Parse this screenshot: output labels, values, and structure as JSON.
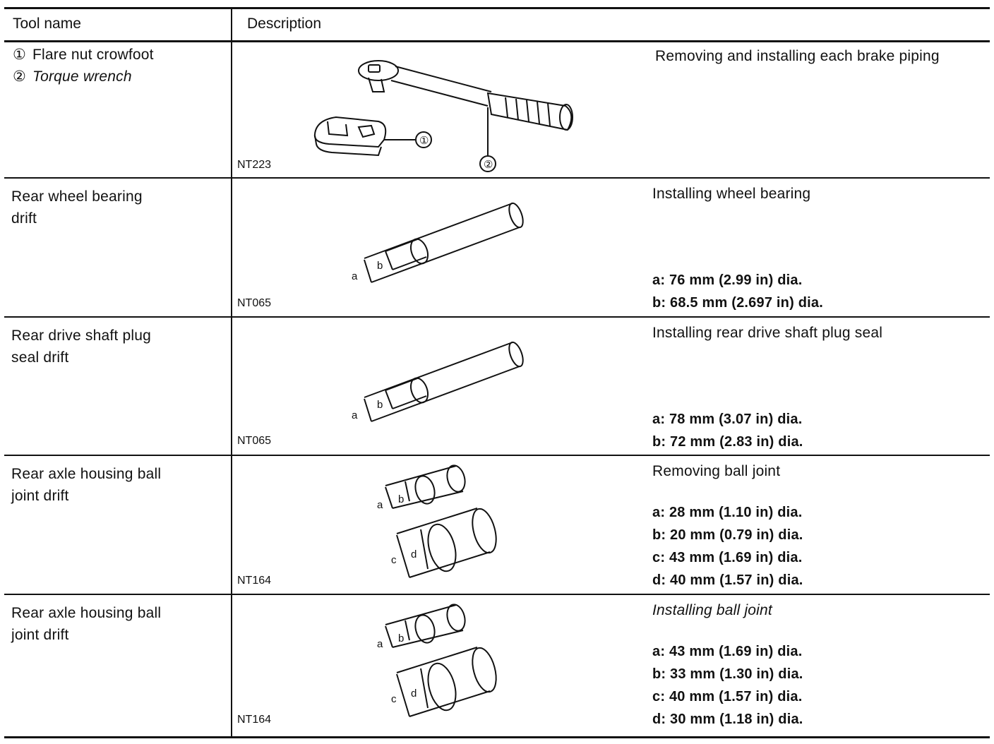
{
  "header": {
    "tool_name_label": "Tool name",
    "description_label": "Description"
  },
  "rows": [
    {
      "tool_items": [
        "Flare nut crowfoot",
        "Torque wrench"
      ],
      "item_markers": [
        "①",
        "②"
      ],
      "code": "NT223",
      "purpose": "Removing and installing each brake piping",
      "specs": [],
      "callouts": [
        "①",
        "②"
      ]
    },
    {
      "tool_name_lines": [
        "Rear wheel bearing",
        "drift"
      ],
      "code": "NT065",
      "purpose": "Installing wheel bearing",
      "specs": [
        "a: 76 mm (2.99 in) dia.",
        "b: 68.5 mm (2.697 in) dia."
      ],
      "fig_labels": [
        "a",
        "b"
      ]
    },
    {
      "tool_name_lines": [
        "Rear drive shaft plug",
        "seal drift"
      ],
      "code": "NT065",
      "purpose": "Installing rear drive shaft plug seal",
      "specs": [
        "a: 78 mm (3.07 in) dia.",
        "b: 72 mm (2.83 in) dia."
      ],
      "fig_labels": [
        "a",
        "b"
      ]
    },
    {
      "tool_name_lines": [
        "Rear axle housing ball",
        "joint drift"
      ],
      "code": "NT164",
      "purpose": "Removing ball joint",
      "specs": [
        "a: 28 mm (1.10 in) dia.",
        "b: 20 mm (0.79 in) dia.",
        "c: 43 mm (1.69 in) dia.",
        "d: 40 mm (1.57 in) dia."
      ],
      "fig_labels": [
        "a",
        "b",
        "c",
        "d"
      ]
    },
    {
      "tool_name_lines": [
        "Rear axle housing ball",
        "joint drift"
      ],
      "code": "NT164",
      "purpose": "Installing ball joint",
      "specs": [
        "a: 43 mm (1.69 in) dia.",
        "b: 33 mm (1.30 in) dia.",
        "c: 40 mm (1.57 in) dia.",
        "d: 30 mm (1.18 in) dia."
      ],
      "fig_labels": [
        "a",
        "b",
        "c",
        "d"
      ]
    }
  ]
}
